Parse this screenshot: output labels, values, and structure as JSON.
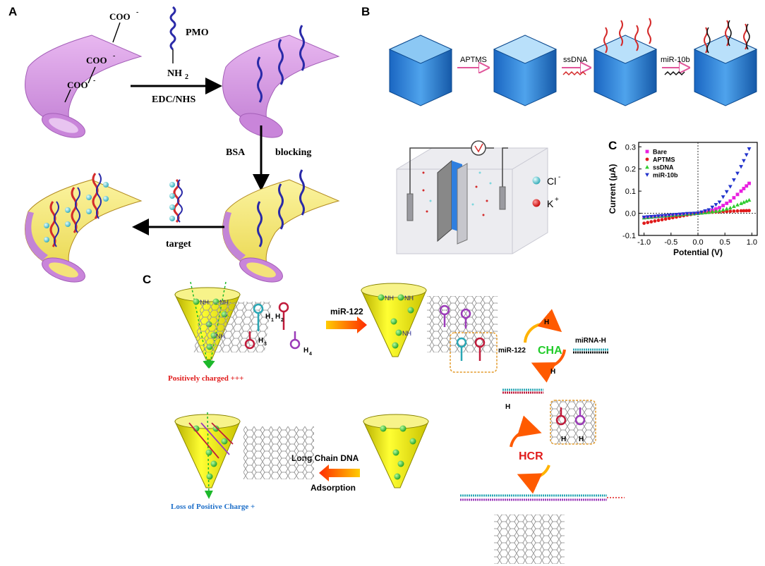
{
  "panel_a": {
    "label": "A",
    "groups": [
      "COO",
      "COO",
      "COO"
    ],
    "superscript_minus": "-",
    "pmo": "PMO",
    "nh2": "NH",
    "nh2_sub": "2",
    "edc_nhs": "EDC/NHS",
    "bsa": "BSA",
    "blocking": "blocking",
    "target": "target"
  },
  "panel_b": {
    "label": "B",
    "steps": [
      "APTMS",
      "ssDNA",
      "miR-10b"
    ],
    "cl": "Cl",
    "cl_sup": "-",
    "k": "K",
    "k_sup": "+"
  },
  "panel_b_chart": {
    "label": "C"
  },
  "chart_data": {
    "type": "scatter",
    "title": "",
    "xlabel": "Potential (V)",
    "ylabel": "Current (μA)",
    "xlim": [
      -1.1,
      1.1
    ],
    "ylim": [
      -0.1,
      0.32
    ],
    "xticks": [
      -1.0,
      -0.5,
      0.0,
      0.5,
      1.0
    ],
    "yticks": [
      -0.1,
      0.0,
      0.1,
      0.2,
      0.3
    ],
    "legend_position": "top-left",
    "series": [
      {
        "name": "Bare",
        "color": "#e91ee0",
        "marker": "square",
        "x": [
          -1.0,
          -0.8,
          -0.6,
          -0.4,
          -0.2,
          0.0,
          0.2,
          0.4,
          0.6,
          0.8,
          0.95
        ],
        "y": [
          -0.02,
          -0.016,
          -0.012,
          -0.008,
          -0.004,
          0.0,
          0.008,
          0.025,
          0.055,
          0.1,
          0.135
        ]
      },
      {
        "name": "APTMS",
        "color": "#e01b1b",
        "marker": "circle",
        "x": [
          -1.0,
          -0.8,
          -0.6,
          -0.4,
          -0.2,
          0.0,
          0.2,
          0.4,
          0.6,
          0.8,
          0.95
        ],
        "y": [
          -0.045,
          -0.035,
          -0.026,
          -0.017,
          -0.008,
          0.0,
          0.004,
          0.007,
          0.009,
          0.011,
          0.012
        ]
      },
      {
        "name": "ssDNA",
        "color": "#2ecc2e",
        "marker": "triangle-up",
        "x": [
          -1.0,
          -0.8,
          -0.6,
          -0.4,
          -0.2,
          0.0,
          0.2,
          0.4,
          0.6,
          0.8,
          0.95
        ],
        "y": [
          -0.02,
          -0.015,
          -0.011,
          -0.007,
          -0.003,
          0.0,
          0.005,
          0.012,
          0.025,
          0.045,
          0.06
        ]
      },
      {
        "name": "miR-10b",
        "color": "#2233cc",
        "marker": "triangle-down",
        "x": [
          -1.0,
          -0.8,
          -0.6,
          -0.4,
          -0.2,
          0.0,
          0.2,
          0.4,
          0.6,
          0.8,
          0.95
        ],
        "y": [
          -0.018,
          -0.014,
          -0.01,
          -0.006,
          -0.002,
          0.0,
          0.015,
          0.05,
          0.12,
          0.21,
          0.29
        ]
      }
    ]
  },
  "panel_c": {
    "label": "C",
    "mir122": "miR-122",
    "mir122_small": "miR-122",
    "positively": "Positively charged +++",
    "loss": "Loss of Positive Charge +",
    "long_chain": "Long Chain DNA",
    "adsorption": "Adsorption",
    "cha": "CHA",
    "hcr": "HCR",
    "mirna_h1": "miRNA-H",
    "h1h2": "H",
    "nh2_labels": [
      "NH",
      "NH",
      "NH",
      "NH",
      "NH",
      "NH"
    ],
    "h_labels": [
      "H",
      "H",
      "H",
      "H"
    ],
    "h_subs": [
      "1",
      "2",
      "3",
      "4"
    ]
  }
}
